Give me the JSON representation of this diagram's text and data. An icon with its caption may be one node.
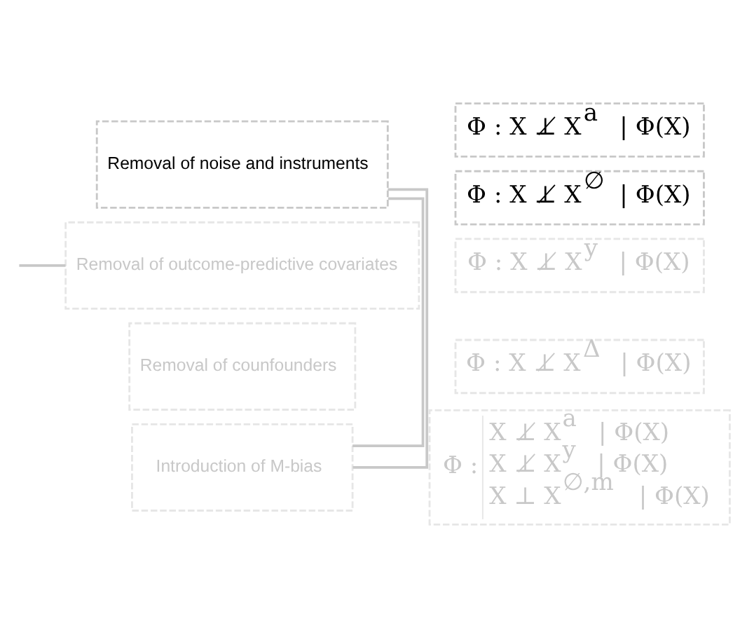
{
  "diagram": {
    "nodes": [
      {
        "text": [
          "Removal of noise and instruments"
        ]
      },
      {
        "text": [
          "Φ : X ⊥̸ X$^{a}$ | Φ(X)"
        ]
      },
      {
        "text": [
          "Φ : X ⊥̸ X$^{∅}$ | Φ(X)"
        ]
      },
      {
        "text": [
          "Removal of outcome-predictive covariates"
        ]
      },
      {
        "text": [
          "Φ : X ⊥̸ X$^{y}$ | Φ(X)"
        ]
      },
      {
        "text": [
          "Removal of counfounders"
        ]
      },
      {
        "text": [
          "Φ : X ⊥̸ X$^{Δ}$ | Φ(X)"
        ]
      },
      {
        "text": [
          "Introduction of M-bias"
        ]
      },
      {
        "text": [
          "Φ :",
          "X ⊥̸ X$^{a}$ | Φ(X)",
          "X ⊥̸ X$^{y}$ | Φ(X)",
          "X ⊥ X$^{∅,m}$ | Φ(X)"
        ]
      }
    ],
    "edges": [
      {
        "from": 0,
        "to": 7,
        "arrow": "none"
      },
      {
        "from": 0,
        "to": 7,
        "arrow": "none"
      },
      {
        "from": null,
        "to": 3,
        "arrow": "none"
      }
    ]
  }
}
